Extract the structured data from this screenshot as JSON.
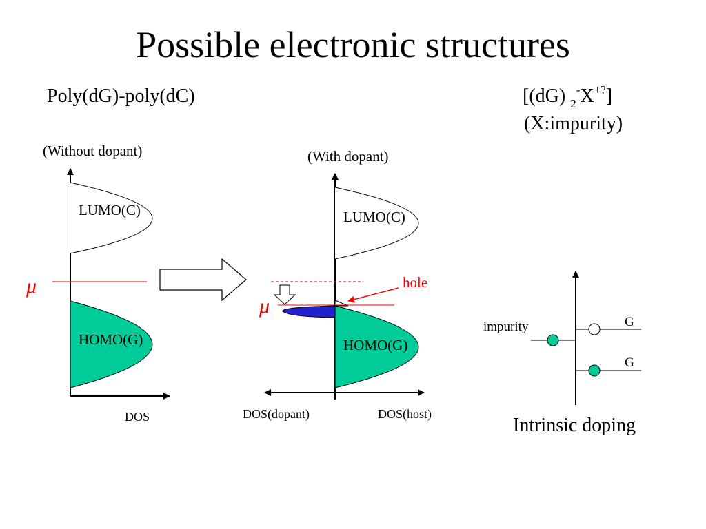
{
  "title": "Possible electronic structures",
  "subtitle_left": "Poly(dG)-poly(dC)",
  "formula": {
    "open": "[(dG) ",
    "sub": "2",
    "sup1": "-",
    "mid": "X",
    "sup2": "+?",
    "close": "]"
  },
  "formula_note": "(X:impurity)",
  "left_diagram": {
    "label": "(Without dopant)",
    "lumo": "LUMO(C)",
    "homo": "HOMO(G)",
    "mu": "μ",
    "xlabel": "DOS"
  },
  "right_diagram": {
    "label": "(With dopant)",
    "lumo": "LUMO(C)",
    "homo": "HOMO(G)",
    "mu": "μ",
    "hole": "hole",
    "xlabel_left": "DOS(dopant)",
    "xlabel_right": "DOS(host)"
  },
  "doping_diagram": {
    "impurity": "impurity",
    "g_top": "G",
    "g_bottom": "G",
    "caption": "Intrinsic doping"
  },
  "colors": {
    "homo_fill": "#00cc99",
    "dopant_fill": "#2222cc",
    "mu": "#ff0000",
    "hole": "#ff0000"
  }
}
